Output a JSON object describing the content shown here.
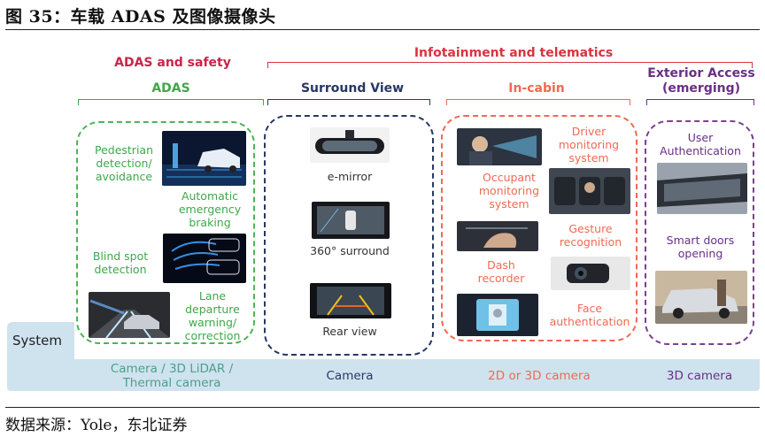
{
  "title": "图 35：车载 ADAS 及图像摄像头",
  "source": "数据来源：Yole，东北证券",
  "colors": {
    "adas_red": "#c8254a",
    "adas_green": "#3ea84a",
    "infotainment_red": "#d8343f",
    "surround_navy": "#263864",
    "incabin_salmon": "#ee6a55",
    "exterior_purple": "#6a2f86",
    "system_bar": "#cfe3ef",
    "bar_text": "#4aa08a"
  },
  "groups": {
    "adas_safety": "ADAS and safety",
    "infotainment": "Infotainment and telematics"
  },
  "columns": {
    "adas": {
      "header": "ADAS",
      "labels": {
        "pedestrian": "Pedestrian\ndetection/\navoidance",
        "aeb": "Automatic\nemergency\nbraking",
        "blindspot": "Blind spot\ndetection",
        "lane": "Lane\ndeparture\nwarning/\ncorrection"
      },
      "sensor": "Camera / 3D LiDAR /\nThermal camera"
    },
    "surround": {
      "header": "Surround View",
      "labels": {
        "emirror": "e-mirror",
        "surround360": "360° surround",
        "rearview": "Rear view"
      },
      "sensor": "Camera"
    },
    "incabin": {
      "header": "In-cabin",
      "labels": {
        "driver": "Driver\nmonitoring\nsystem",
        "occupant": "Occupant\nmonitoring\nsystem",
        "gesture": "Gesture\nrecognition",
        "dash": "Dash\nrecorder",
        "face": "Face\nauthentication"
      },
      "sensor": "2D or 3D camera"
    },
    "exterior": {
      "header": "Exterior Access\n(emerging)",
      "labels": {
        "user": "User\nAuthentication",
        "doors": "Smart doors\nopening"
      },
      "sensor": "3D camera"
    }
  },
  "system_label": "System"
}
